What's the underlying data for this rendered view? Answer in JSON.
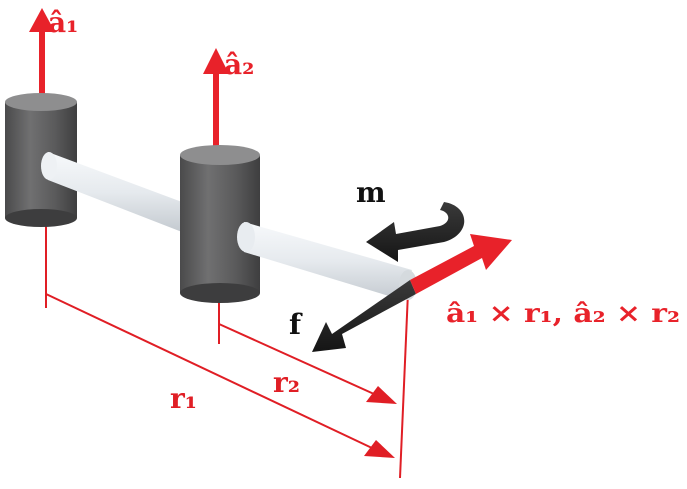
{
  "colors": {
    "vector_red": "#e8222a",
    "dimension_red": "#e01e25",
    "label_black": "#111111",
    "cylinder_body": "#5f5f60",
    "cylinder_top": "#8e8e8f",
    "shaft": "#e9edf1",
    "force_arrow": "#2b2b2b"
  },
  "labels": {
    "a1": "â₁",
    "a2": "â₂",
    "m": "m",
    "f": "f",
    "r1": "r₁",
    "r2": "r₂",
    "cross": "â₁ × r₁, â₂ × r₂"
  }
}
